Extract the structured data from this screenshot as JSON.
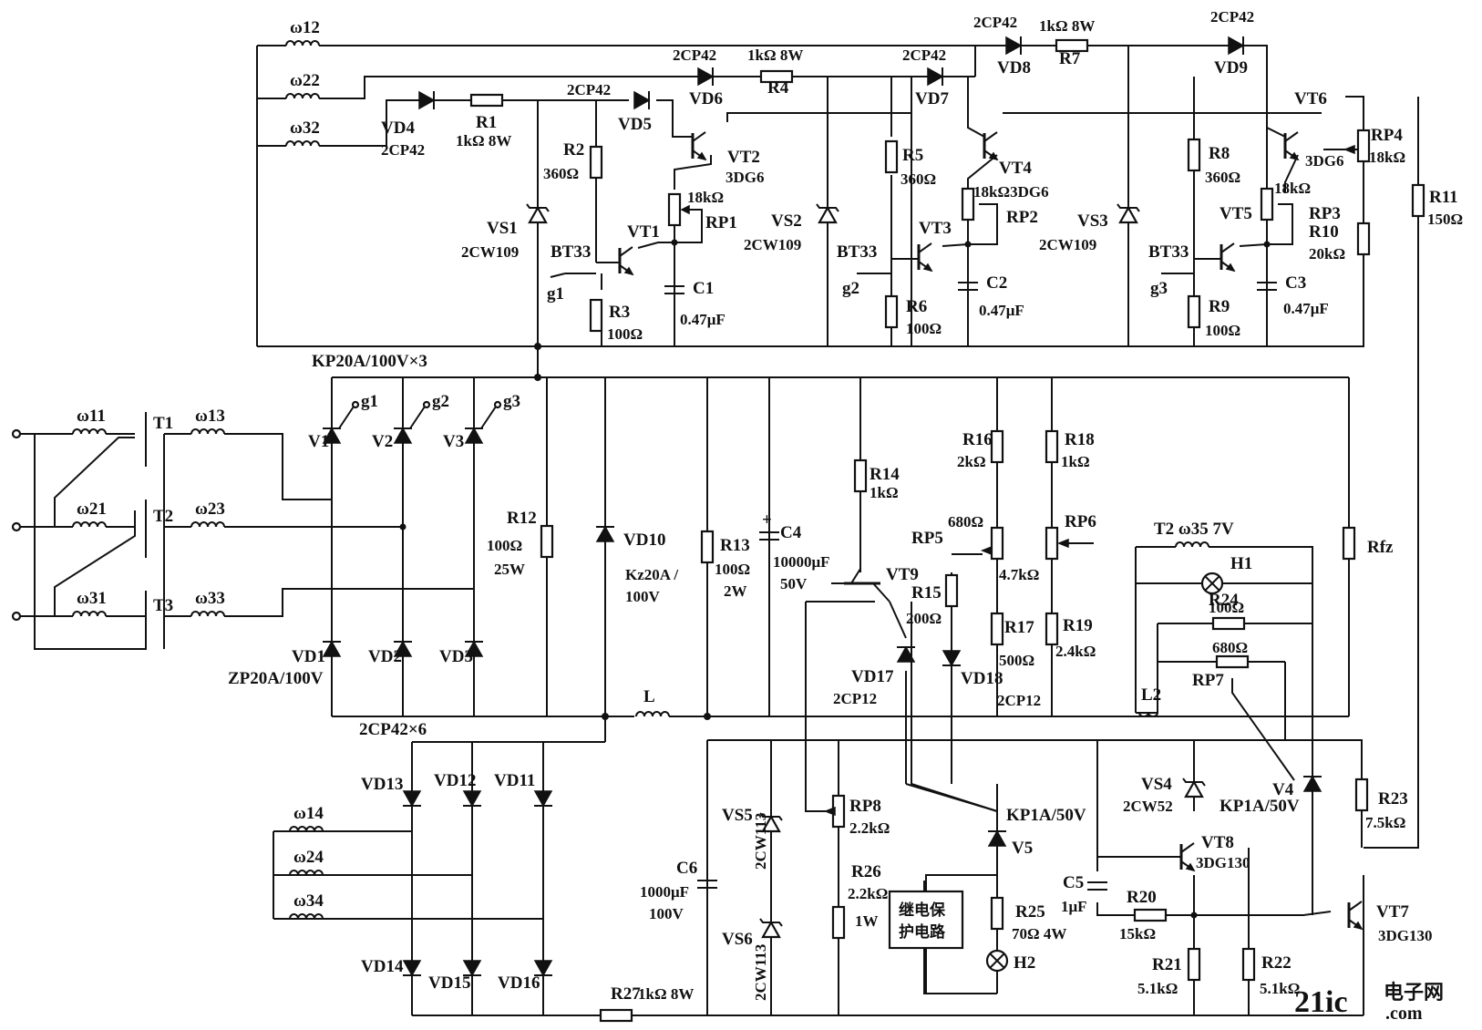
{
  "windings": [
    {
      "id": "w11",
      "label": "ω11"
    },
    {
      "id": "w21",
      "label": "ω21"
    },
    {
      "id": "w31",
      "label": "ω31"
    },
    {
      "id": "w13",
      "label": "ω13"
    },
    {
      "id": "w23",
      "label": "ω23"
    },
    {
      "id": "w33",
      "label": "ω33"
    },
    {
      "id": "w12",
      "label": "ω12"
    },
    {
      "id": "w22",
      "label": "ω22"
    },
    {
      "id": "w32",
      "label": "ω32"
    },
    {
      "id": "w14",
      "label": "ω14"
    },
    {
      "id": "w24",
      "label": "ω24"
    },
    {
      "id": "w34",
      "label": "ω34"
    }
  ],
  "transformers": {
    "t1": "T1",
    "t2": "T2",
    "t3": "T3"
  },
  "diodes": {
    "vd1": "VD1",
    "vd2": "VD2",
    "vd3": "VD3",
    "vd4": "VD4",
    "vd5": "VD5",
    "vd6": "VD6",
    "vd7": "VD7",
    "vd8": "VD8",
    "vd9": "VD9",
    "vd10": "VD10",
    "vd11": "VD11",
    "vd12": "VD12",
    "vd13": "VD13",
    "vd14": "VD14",
    "vd15": "VD15",
    "vd16": "VD16",
    "vd17": "VD17",
    "vd18": "VD18"
  },
  "diode_types": {
    "vd4": "2CP42",
    "vd5": "2CP42",
    "vd6": "2CP42",
    "vd7": "2CP42",
    "vd8": "2CP42",
    "vd9": "2CP42",
    "bridge2": "2CP42×6",
    "vd1": "ZP20A/100V",
    "vd10": "Kz20A /",
    "vd10b": "100V",
    "vd17": "2CP12",
    "vd18": "2CP12"
  },
  "zeners": {
    "vs1": "VS1",
    "vs1_type": "2CW109",
    "vs2": "VS2",
    "vs2_type": "2CW109",
    "vs3": "VS3",
    "vs3_type": "2CW109",
    "vs4": "VS4",
    "vs4_type": "2CW52",
    "vs5": "VS5",
    "vs5_type": "2CW113",
    "vs6": "VS6",
    "vs6_type": "2CW113"
  },
  "thyristors": {
    "v1": "V1",
    "v2": "V2",
    "v3": "V3",
    "v4": "V4",
    "v5": "V5",
    "main_type": "KP20A/100V×3",
    "v4_type": "KP1A/50V",
    "v5_type": "KP1A/50V"
  },
  "gates": {
    "g1": "g1",
    "g2": "g2",
    "g3": "g3"
  },
  "transistors": {
    "vt1": "VT1",
    "vt2": "VT2",
    "vt3": "VT3",
    "vt4": "VT4",
    "vt5": "VT5",
    "vt6": "VT6",
    "vt7": "VT7",
    "vt8": "VT8",
    "vt9": "VT9",
    "bt33": "BT33",
    "t3dg6": "3DG6",
    "t3dg130": "3DG130"
  },
  "resistors": {
    "r1": "R1",
    "r1_val": "1kΩ  8W",
    "r2": "R2",
    "r2_val": "360Ω",
    "r3": "R3",
    "r3_val": "100Ω",
    "r4": "R4",
    "r4_val": "1kΩ  8W",
    "r5": "R5",
    "r5_val": "360Ω",
    "r6": "R6",
    "r6_val": "100Ω",
    "r7": "R7",
    "r7_val": "1kΩ  8W",
    "r8": "R8",
    "r8_val": "360Ω",
    "r9": "R9",
    "r9_val": "100Ω",
    "r10": "R10",
    "r10_val": "20kΩ",
    "r11": "R11",
    "r11_val": "150Ω",
    "r12": "R12",
    "r12_val": "100Ω",
    "r12_w": "25W",
    "r13": "R13",
    "r13_val": "100Ω",
    "r13_w": "2W",
    "r14": "R14",
    "r14_val": "1kΩ",
    "r15": "R15",
    "r15_val": "200Ω",
    "r16": "R16",
    "r16_val": "2kΩ",
    "r17": "R17",
    "r17_val": "500Ω",
    "r18": "R18",
    "r18_val": "1kΩ",
    "r19": "R19",
    "r19_val": "2.4kΩ",
    "r20": "R20",
    "r20_val": "15kΩ",
    "r21": "R21",
    "r21_val": "5.1kΩ",
    "r22": "R22",
    "r22_val": "5.1kΩ",
    "r23": "R23",
    "r23_val": "7.5kΩ",
    "r24": "R24",
    "r24_val": "100Ω",
    "r25": "R25",
    "r25_val": "70Ω 4W",
    "r26": "R26",
    "r26_val": "2.2kΩ",
    "r26_w": "1W",
    "r27": "R27",
    "r27_val": "1kΩ 8W",
    "rfz": "Rfz"
  },
  "pots": {
    "rp1": "RP1",
    "rp1_val": "18kΩ",
    "rp2": "RP2",
    "rp2_val": "18kΩ3DG6",
    "rp3": "RP3",
    "rp3_val": "18kΩ",
    "rp4": "RP4",
    "rp4_val": "18kΩ",
    "rp5": "RP5",
    "rp5_val": "680Ω",
    "rp6": "RP6",
    "rp6_val": "4.7kΩ",
    "rp7": "RP7",
    "rp7_val": "680Ω",
    "rp8": "RP8",
    "rp8_val": "2.2kΩ"
  },
  "capacitors": {
    "c1": "C1",
    "c1_val": "0.47μF",
    "c2": "C2",
    "c2_val": "0.47μF",
    "c3": "C3",
    "c3_val": "0.47μF",
    "c4": "C4",
    "c4_val": "10000μF",
    "c4_v": "50V",
    "c5": "C5",
    "c5_val": "1μF",
    "c6": "C6",
    "c6_val": "1000μF",
    "c6_v": "100V"
  },
  "misc": {
    "inductor_l": "L",
    "inductor_l2": "L2",
    "t2_out": "T2 ω35 7V",
    "h1": "H1",
    "h2": "H2",
    "relay_line1": "继电保",
    "relay_line2": "护电路"
  },
  "watermark": {
    "brand": "21ic",
    "cn": "电子网",
    "dom": ".com"
  },
  "colors": {
    "ink": "#111111",
    "watermark_red": "#d9262c",
    "watermark_gray": "#9a9a9a"
  }
}
